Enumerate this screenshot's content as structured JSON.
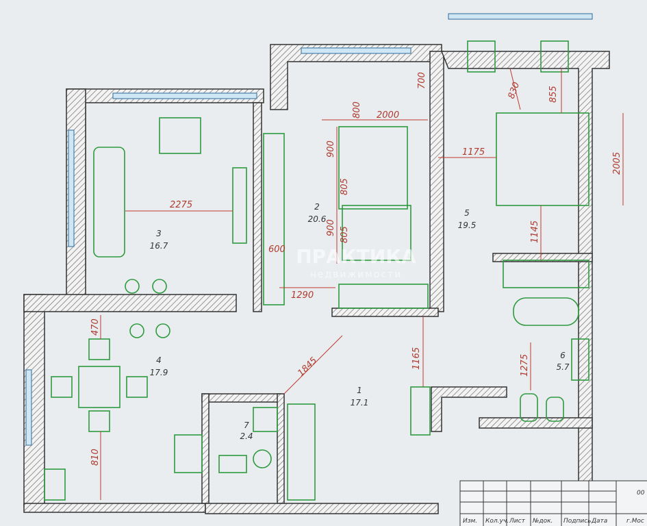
{
  "rooms": [
    {
      "num": "1",
      "area": "17.1"
    },
    {
      "num": "2",
      "area": "20.6"
    },
    {
      "num": "3",
      "area": "16.7"
    },
    {
      "num": "4",
      "area": "17.9"
    },
    {
      "num": "5",
      "area": "19.5"
    },
    {
      "num": "6",
      "area": "5.7"
    },
    {
      "num": "7",
      "area": "2.4"
    }
  ],
  "dimensions": {
    "d2275": "2275",
    "d600": "600",
    "d1290": "1290",
    "d800": "800",
    "d2000": "2000",
    "d900a": "900",
    "d805a": "805",
    "d900b": "900",
    "d805b": "805",
    "d700": "700",
    "d830": "830",
    "d855": "855",
    "d1175": "1175",
    "d2005": "2005",
    "d1145": "1145",
    "d1165": "1165",
    "d1845": "1845",
    "d1275": "1275",
    "d470": "470",
    "d810": "810"
  },
  "watermark": {
    "brand": "ПРАКТИКА",
    "sub": "недвижимости"
  },
  "title_block": {
    "cols": [
      "Изм.",
      "Кол.уч.",
      "Лист",
      "№док.",
      "Подпись",
      "Дата"
    ],
    "code": "00",
    "city": "г.Мос"
  },
  "colors": {
    "furniture": "#2e9a3e",
    "dimension": "#c0392b",
    "wall": "#333333"
  }
}
